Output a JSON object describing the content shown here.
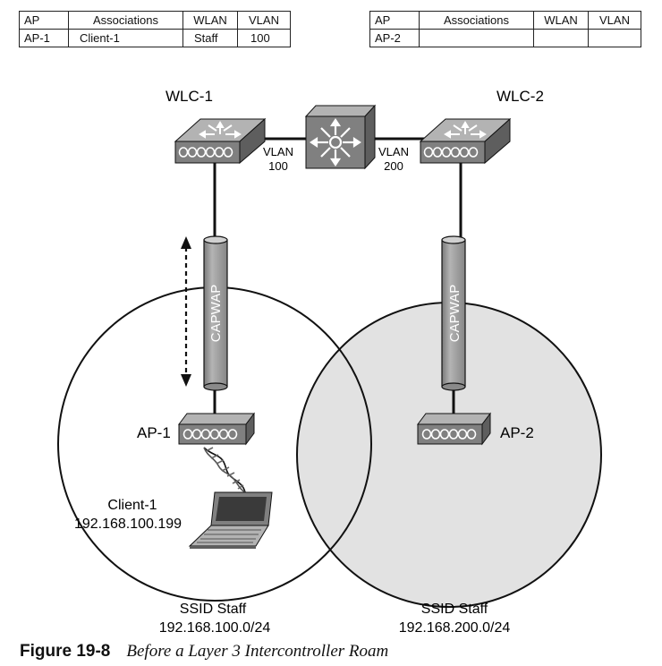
{
  "tables": [
    {
      "headers": [
        "AP",
        "Associations",
        "WLAN",
        "VLAN"
      ],
      "row": [
        "AP-1",
        "Client-1",
        "Staff",
        "100"
      ]
    },
    {
      "headers": [
        "AP",
        "Associations",
        "WLAN",
        "VLAN"
      ],
      "row": [
        "AP-2",
        "",
        "",
        ""
      ]
    }
  ],
  "wlc1": {
    "label": "WLC-1",
    "vlan_line1": "VLAN",
    "vlan_line2": "100"
  },
  "wlc2": {
    "label": "WLC-2",
    "vlan_line1": "VLAN",
    "vlan_line2": "200"
  },
  "ap1": {
    "label": "AP-1",
    "tunnel": "CAPWAP"
  },
  "ap2": {
    "label": "AP-2",
    "tunnel": "CAPWAP"
  },
  "client": {
    "name": "Client-1",
    "ip": "192.168.100.199"
  },
  "cell1": {
    "ssid": "SSID Staff",
    "subnet": "192.168.100.0/24"
  },
  "cell2": {
    "ssid": "SSID Staff",
    "subnet": "192.168.200.0/24"
  },
  "caption": {
    "number": "Figure 19-8",
    "title": "Before a Layer 3 Intercontroller Roam"
  },
  "colors": {
    "cell2_fill": "#e2e2e2",
    "tunnel": "#9c9c9c",
    "device": "#808080",
    "device_top": "#b3b3b3"
  }
}
